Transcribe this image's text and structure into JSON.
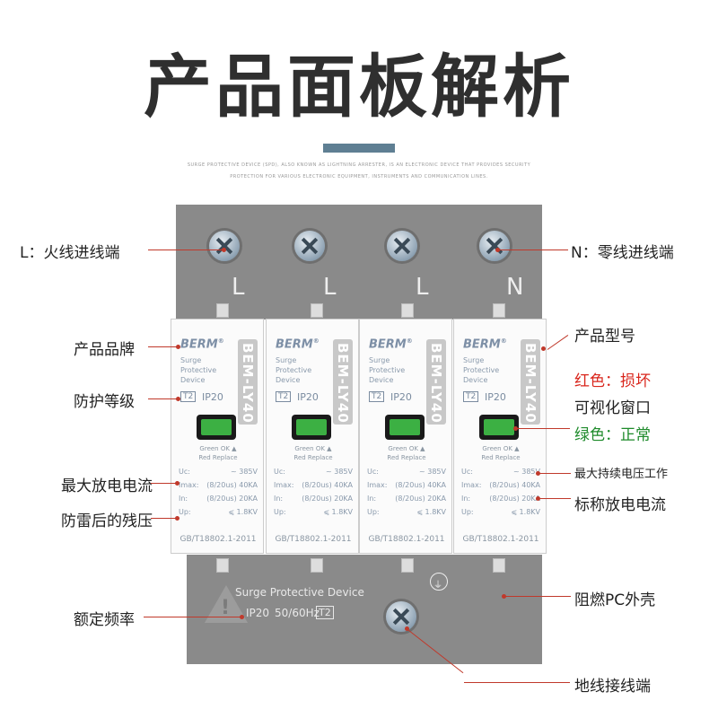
{
  "title": "产品面板解析",
  "fine_print": {
    "line1": "SURGE PROTECTIVE DEVICE (SPD), ALSO KNOWN AS LIGHTNING ARRESTER, IS AN ELECTRONIC DEVICE THAT PROVIDES SECURITY",
    "line2": "PROTECTION FOR VARIOUS ELECTRONIC EQUIPMENT, INSTRUMENTS AND COMMUNICATION LINES."
  },
  "poles": [
    "L",
    "L",
    "L",
    "N"
  ],
  "module": {
    "brand": "BERM",
    "registered": "®",
    "description": "Surge\nProtective\nDevice",
    "model": "BEM-LY40",
    "class": "T2",
    "ip": "IP20",
    "green_ok": "Green OK ▲",
    "red_replace": "Red Replace",
    "specs": [
      {
        "key": "Uc:",
        "value": "~ 385V"
      },
      {
        "key": "Imax:",
        "value": "(8/20us) 40KA"
      },
      {
        "key": "In:",
        "value": "(8/20us) 20KA"
      },
      {
        "key": "Up:",
        "value": "⩽ 1.8KV"
      }
    ],
    "standard": "GB/T18802.1-2011"
  },
  "bottom_panel": {
    "name": "Surge Protective Device",
    "ip": "IP20",
    "freq": "50/60Hz",
    "class": "T2",
    "ground_symbol": "⏚"
  },
  "labels": {
    "left": {
      "l_terminal": "L：火线进线端",
      "brand": "产品品牌",
      "protection": "防护等级",
      "max_discharge": "最大放电电流",
      "residual": "防雷后的残压",
      "frequency": "额定频率"
    },
    "right": {
      "n_terminal": "N：零线进线端",
      "model": "产品型号",
      "red_state": "红色：损坏",
      "window": "可视化窗口",
      "green_state": "绿色：正常",
      "max_voltage": "最大持续电压工作",
      "nominal_discharge": "标称放电电流",
      "housing": "阻燃PC外壳",
      "ground": "地线接线端"
    }
  },
  "colors": {
    "title": "#2f2f2f",
    "accent_bar": "#5f7f93",
    "panel": "#8a8a8a",
    "leader_line": "#c0392b",
    "red_state": "#d9261c",
    "green_state": "#1d8a2a",
    "window_green": "#3cb043"
  }
}
